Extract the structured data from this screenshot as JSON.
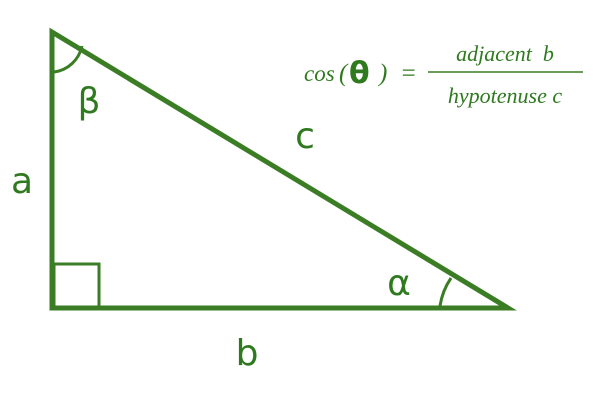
{
  "colors": {
    "triangle": "#3a7d24",
    "text": "#2f7a1f",
    "background": "#ffffff"
  },
  "labels": {
    "side_a": "a",
    "side_b": "b",
    "side_c": "c",
    "angle_alpha": "α",
    "angle_beta": "β"
  },
  "formula": {
    "lhs_func": "cos",
    "lhs_open": "(",
    "lhs_var": "θ",
    "lhs_close": ")",
    "equals": "=",
    "numerator": "adjacent  b",
    "denominator": "hypotenuse c"
  }
}
